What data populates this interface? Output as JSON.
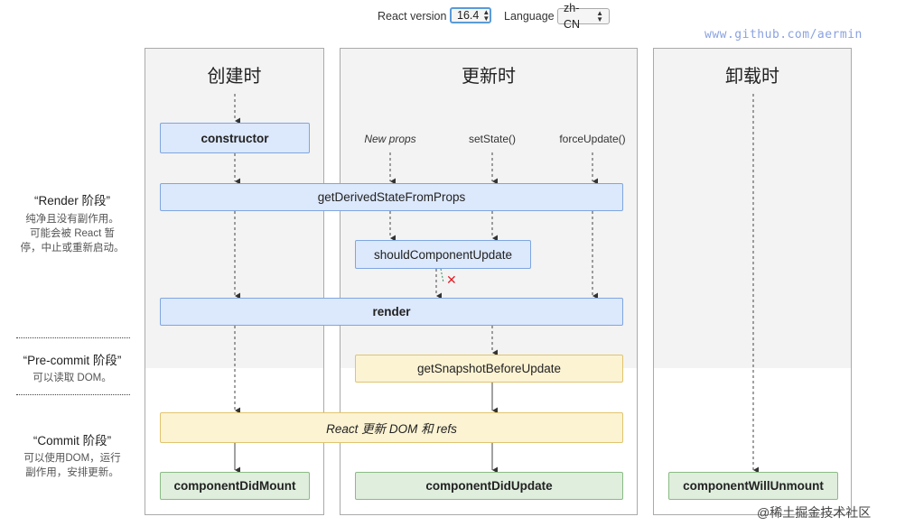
{
  "controls": {
    "react_version_label": "React version",
    "react_version_value": "16.4",
    "language_label": "Language",
    "language_value": "zh-CN"
  },
  "watermark": "www.github.com/aermin",
  "columns": {
    "mount": "创建时",
    "update": "更新时",
    "unmount": "卸载时"
  },
  "triggers": {
    "new_props": "New props",
    "set_state": "setState()",
    "force_update": "forceUpdate()"
  },
  "methods": {
    "constructor": "constructor",
    "get_derived_state": "getDerivedStateFromProps",
    "should_component_update": "shouldComponentUpdate",
    "render": "render",
    "get_snapshot": "getSnapshotBeforeUpdate",
    "react_updates_dom": "React 更新 DOM 和 refs",
    "component_did_mount": "componentDidMount",
    "component_did_update": "componentDidUpdate",
    "component_will_unmount": "componentWillUnmount"
  },
  "phases": {
    "render_title": "“Render 阶段”",
    "render_desc_1": "纯净且没有副作用。",
    "render_desc_2": "可能会被 React 暂",
    "render_desc_3": "停，中止或重新启动。",
    "precommit_title": "“Pre-commit 阶段”",
    "precommit_desc": "可以读取 DOM。",
    "commit_title": "“Commit 阶段”",
    "commit_desc_1": "可以使用DOM，运行",
    "commit_desc_2": "副作用，安排更新。"
  },
  "cancel_mark": "✕",
  "bottom_brand": "@稀土掘金技术社区",
  "colors": {
    "render_box": "#dce8fb",
    "precommit_box": "#fcf3d3",
    "commit_box": "#dfeedd",
    "cancel": "#e0202a"
  }
}
